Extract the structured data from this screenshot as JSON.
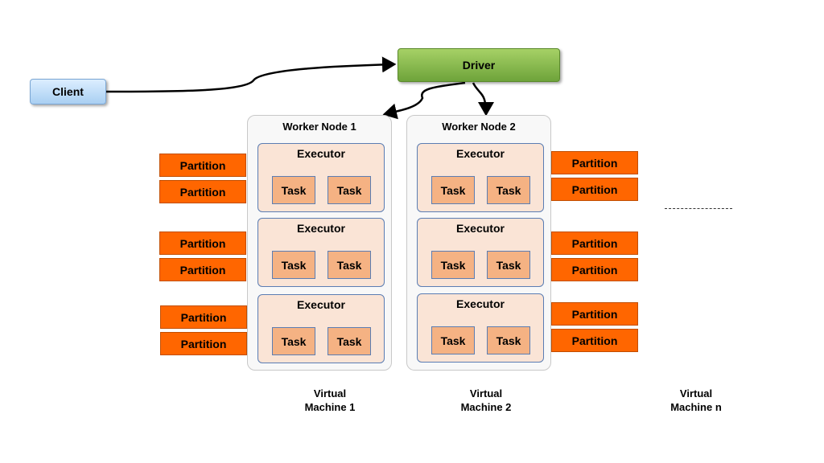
{
  "client": {
    "label": "Client"
  },
  "driver": {
    "label": "Driver"
  },
  "workers": [
    {
      "title": "Worker Node 1",
      "executors": [
        {
          "title": "Executor",
          "tasks": [
            "Task",
            "Task"
          ]
        },
        {
          "title": "Executor",
          "tasks": [
            "Task",
            "Task"
          ]
        },
        {
          "title": "Executor",
          "tasks": [
            "Task",
            "Task"
          ]
        }
      ]
    },
    {
      "title": "Worker Node 2",
      "executors": [
        {
          "title": "Executor",
          "tasks": [
            "Task",
            "Task"
          ]
        },
        {
          "title": "Executor",
          "tasks": [
            "Task",
            "Task"
          ]
        },
        {
          "title": "Executor",
          "tasks": [
            "Task",
            "Task"
          ]
        }
      ]
    }
  ],
  "partitions_left": [
    "Partition",
    "Partition",
    "Partition",
    "Partition",
    "Partition",
    "Partition"
  ],
  "partitions_right": [
    "Partition",
    "Partition",
    "Partition",
    "Partition",
    "Partition",
    "Partition"
  ],
  "virtual_machines": [
    {
      "line1": "Virtual",
      "line2": "Machine 1"
    },
    {
      "line1": "Virtual",
      "line2": "Machine 2"
    },
    {
      "line1": "Virtual",
      "line2": "Machine n"
    }
  ],
  "colors": {
    "partition": "#ff6600",
    "executor": "#fae4d6",
    "task": "#f5b283",
    "driver": "#8dc04f",
    "client": "#bfe0fb"
  }
}
